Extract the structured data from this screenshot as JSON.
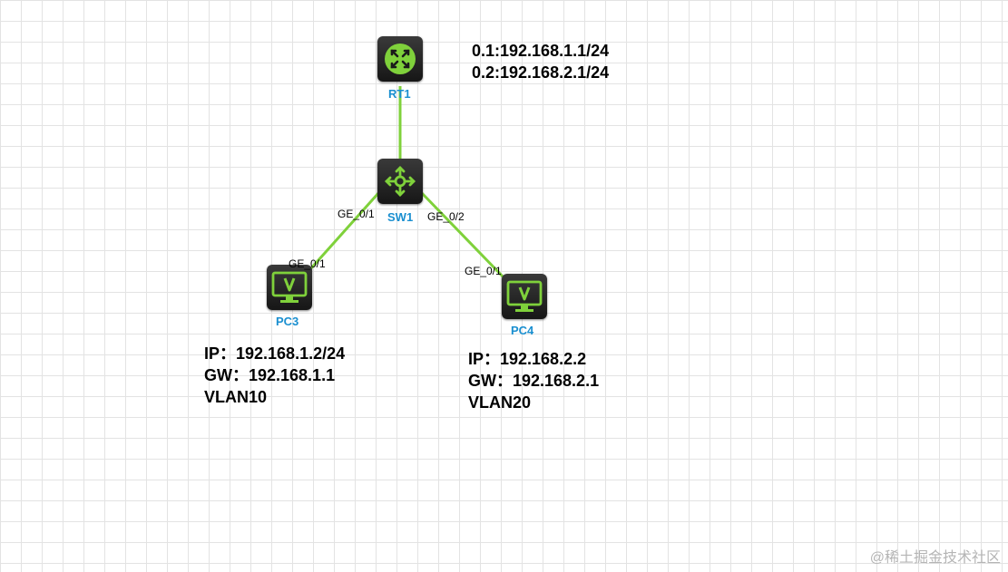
{
  "devices": {
    "rt1": {
      "label": "RT1",
      "icon": "router-icon"
    },
    "sw1": {
      "label": "SW1",
      "icon": "switch-icon"
    },
    "pc3": {
      "label": "PC3",
      "icon": "pc-monitor-icon"
    },
    "pc4": {
      "label": "PC4",
      "icon": "pc-monitor-icon"
    }
  },
  "ports": {
    "sw1_left": "GE_0/1",
    "sw1_right": "GE_0/2",
    "pc3_port": "GE_0/1",
    "pc4_port": "GE_0/1"
  },
  "annotations": {
    "rt1": {
      "line1": "0.1:192.168.1.1/24",
      "line2": "0.2:192.168.2.1/24"
    },
    "pc3": {
      "ip": "IP：192.168.1.2/24",
      "gw": "GW：192.168.1.1",
      "vlan": "VLAN10"
    },
    "pc4": {
      "ip": "IP：192.168.2.2",
      "gw": "GW：192.168.2.1",
      "vlan": "VLAN20"
    }
  },
  "watermark": "@稀土掘金技术社区",
  "colors": {
    "link": "#7fd13b",
    "device_label": "#1a8fd0",
    "icon_green": "#7fd13b",
    "grid": "#e3e3e3"
  }
}
